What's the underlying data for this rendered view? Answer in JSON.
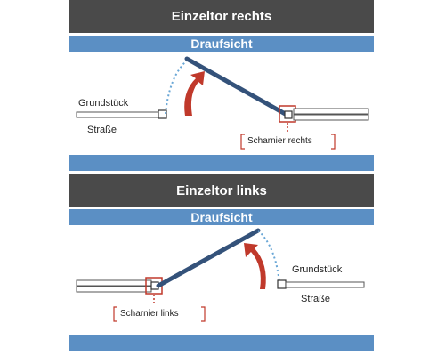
{
  "top_panel": {
    "title": "Einzeltor rechts",
    "subtitle": "Draufsicht",
    "label_property": "Grundstück",
    "label_street": "Straße",
    "label_hinge": "Scharnier rechts"
  },
  "bottom_panel": {
    "title": "Einzeltor links",
    "subtitle": "Draufsicht",
    "label_property": "Grundstück",
    "label_street": "Straße",
    "label_hinge": "Scharnier links"
  },
  "colors": {
    "title_bar": "#4a4a4a",
    "sub_bar": "#5b8fc4",
    "gate": "#34527a",
    "arrow": "#c0392b",
    "hinge_box": "#c0392b",
    "dotted_arc": "#6aa7d6"
  }
}
